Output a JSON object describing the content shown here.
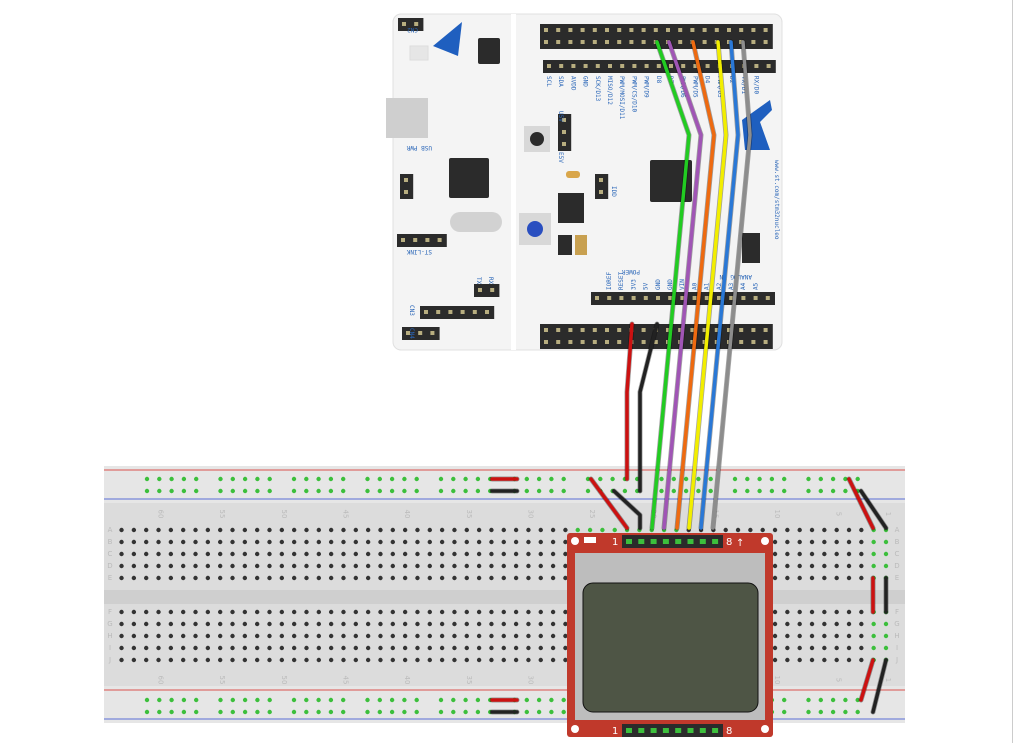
{
  "board": {
    "name": "STM32 Nucleo",
    "url_text": "www.st.com/stm32nucleo",
    "top_header_labels": [
      "SCL",
      "SDA",
      "AVDD",
      "GND",
      "SCK/D13",
      "MISO/D12",
      "PWM/MOSI/D11",
      "PWM/CS/D10",
      "PWM/D9",
      "D8",
      "D7",
      "PWM/D6",
      "PWM/D5",
      "D4",
      "PWM/D3",
      "D2",
      "TX/D1",
      "RX/D0"
    ],
    "bottom_header_labels": [
      "IOREF",
      "RESET",
      "3V3",
      "5V",
      "GND",
      "GND",
      "VIN",
      "A0",
      "A1",
      "A2",
      "A3",
      "A4",
      "A5"
    ],
    "power_label": "POWER",
    "analog_label": "ANALOG IN",
    "left_labels": {
      "cn2": "CN2",
      "usb_pwr": "USB PWR",
      "st_link": "ST-LINK",
      "tx": "TX",
      "rx": "RX",
      "cn3": "CN3",
      "cn4": "CN4",
      "u5v": "U5V",
      "e5v": "E5V",
      "idd": "IDD"
    },
    "colors": {
      "pcb": "#f4f4f4",
      "label": "#2a66b8",
      "header": "#2b2b2b"
    }
  },
  "breadboard": {
    "column_numbers": [
      "60",
      "55",
      "50",
      "45",
      "40",
      "35",
      "30",
      "25",
      "20",
      "15",
      "10",
      "5",
      "1"
    ],
    "row_letters": [
      "A",
      "B",
      "C",
      "D",
      "E",
      "F",
      "G",
      "H",
      "I",
      "J"
    ],
    "colors": {
      "body": "#dcdcdc",
      "rail_red": "#d9534f",
      "rail_blue": "#5b6fd6",
      "hole": "#333333",
      "connected": "#3cbf3c"
    }
  },
  "lcd": {
    "pin_first": "1",
    "pin_last": "8",
    "arrow": "↑",
    "colors": {
      "pcb": "#c0392b",
      "frame": "#bdbdbd",
      "screen": "#4e5545"
    }
  },
  "wires": [
    {
      "color": "#22cc22",
      "name": "green"
    },
    {
      "color": "#a055b5",
      "name": "purple"
    },
    {
      "color": "#ee6a10",
      "name": "orange"
    },
    {
      "color": "#f2ee00",
      "name": "yellow"
    },
    {
      "color": "#2a78d6",
      "name": "blue"
    },
    {
      "color": "#8d8d8d",
      "name": "gray"
    },
    {
      "color": "#cc1111",
      "name": "power-red"
    },
    {
      "color": "#222222",
      "name": "ground-black"
    }
  ]
}
